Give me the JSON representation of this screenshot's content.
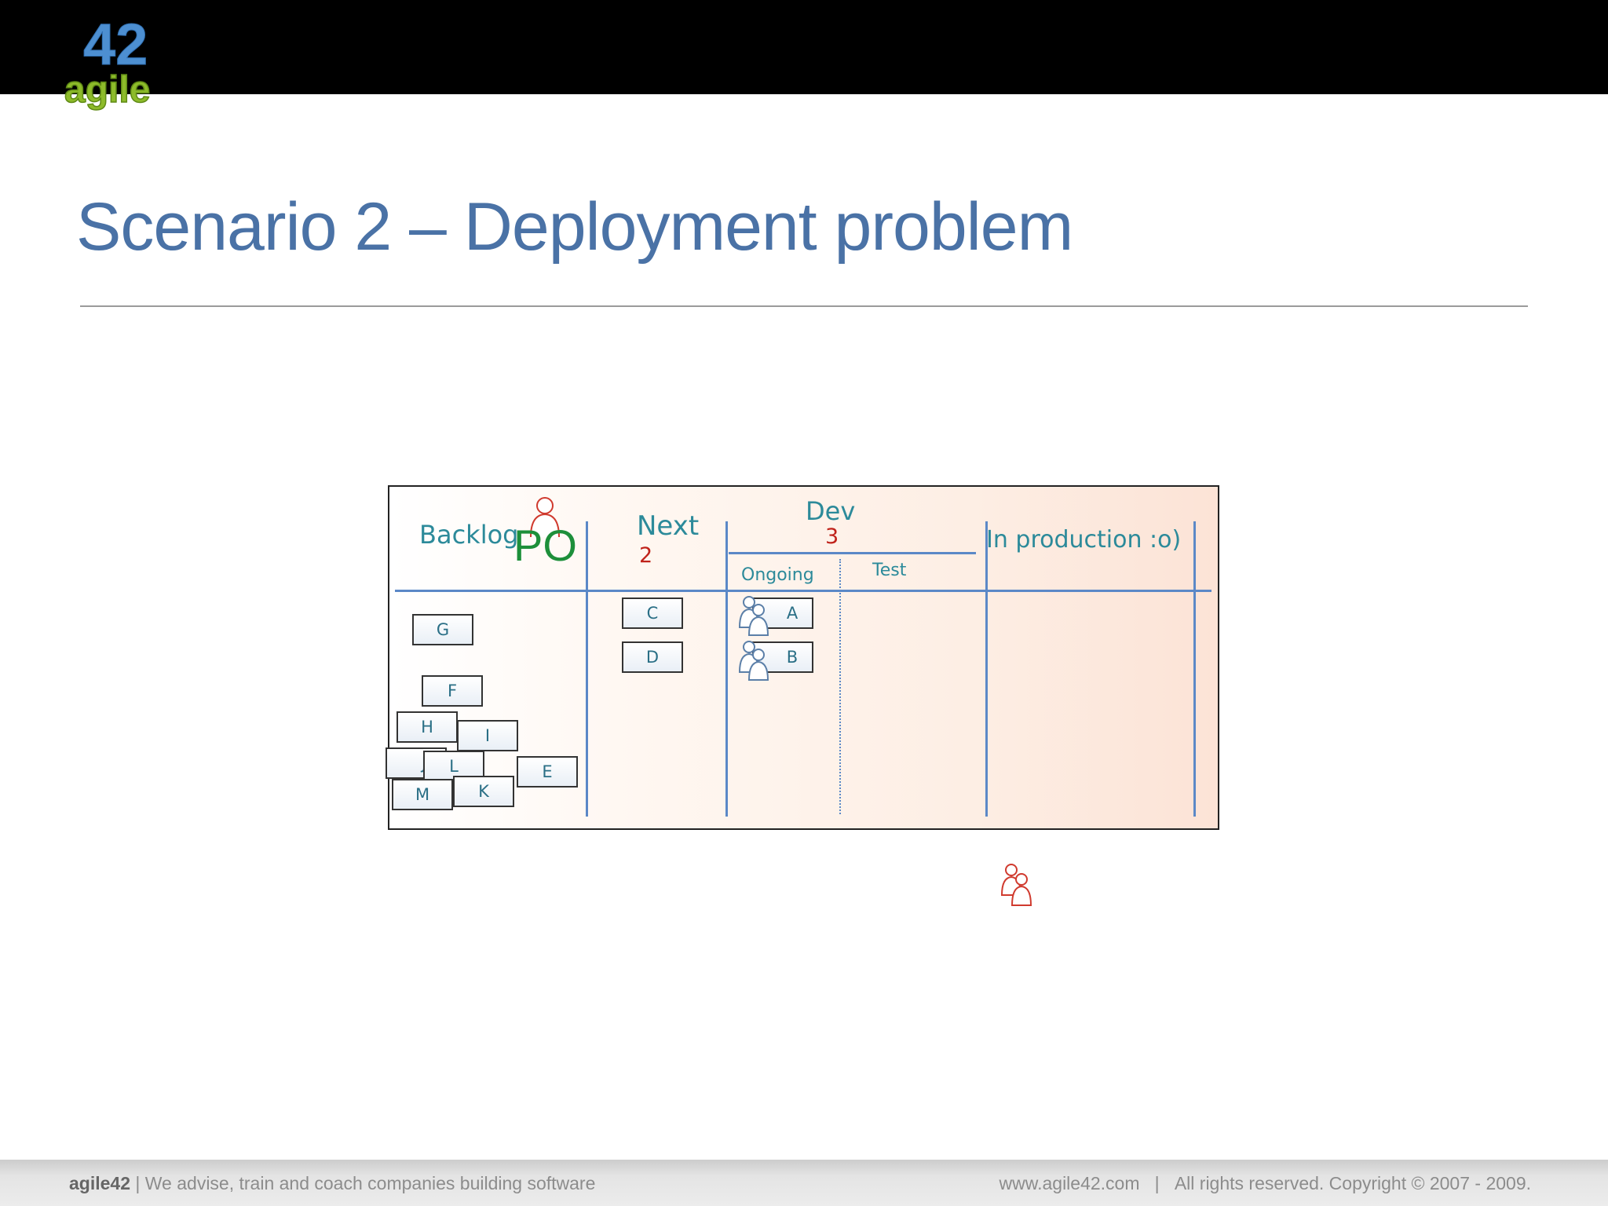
{
  "logo": {
    "number": "42",
    "word": "agile"
  },
  "slide": {
    "title": "Scenario 2 – Deployment problem"
  },
  "board": {
    "columns": {
      "backlog": "Backlog",
      "next": "Next",
      "dev": "Dev",
      "ongoing": "Ongoing",
      "test": "Test",
      "production": "In production :o)"
    },
    "wip_limits": {
      "next": "2",
      "dev": "3"
    },
    "po_label": "PO",
    "cards": {
      "G": "G",
      "F": "F",
      "H": "H",
      "I": "I",
      "J": "J",
      "L": "L",
      "E": "E",
      "M": "M",
      "K": "K",
      "C": "C",
      "D": "D",
      "A": "A",
      "B": "B"
    }
  },
  "footer": {
    "brand": "agile42",
    "tagline": "| We advise, train and coach companies building software",
    "website": "www.agile42.com",
    "separator": "|",
    "copyright": "All rights reserved. Copyright © 2007 - 2009."
  },
  "colors": {
    "title": "#4a72a6",
    "board_lines": "#5b88c7",
    "column_text": "#2c8a9a",
    "wip": "#c0221a",
    "po": "#1d8f3a",
    "logo_blue": "#4d8fd1",
    "logo_green": "#8dbb2a"
  }
}
